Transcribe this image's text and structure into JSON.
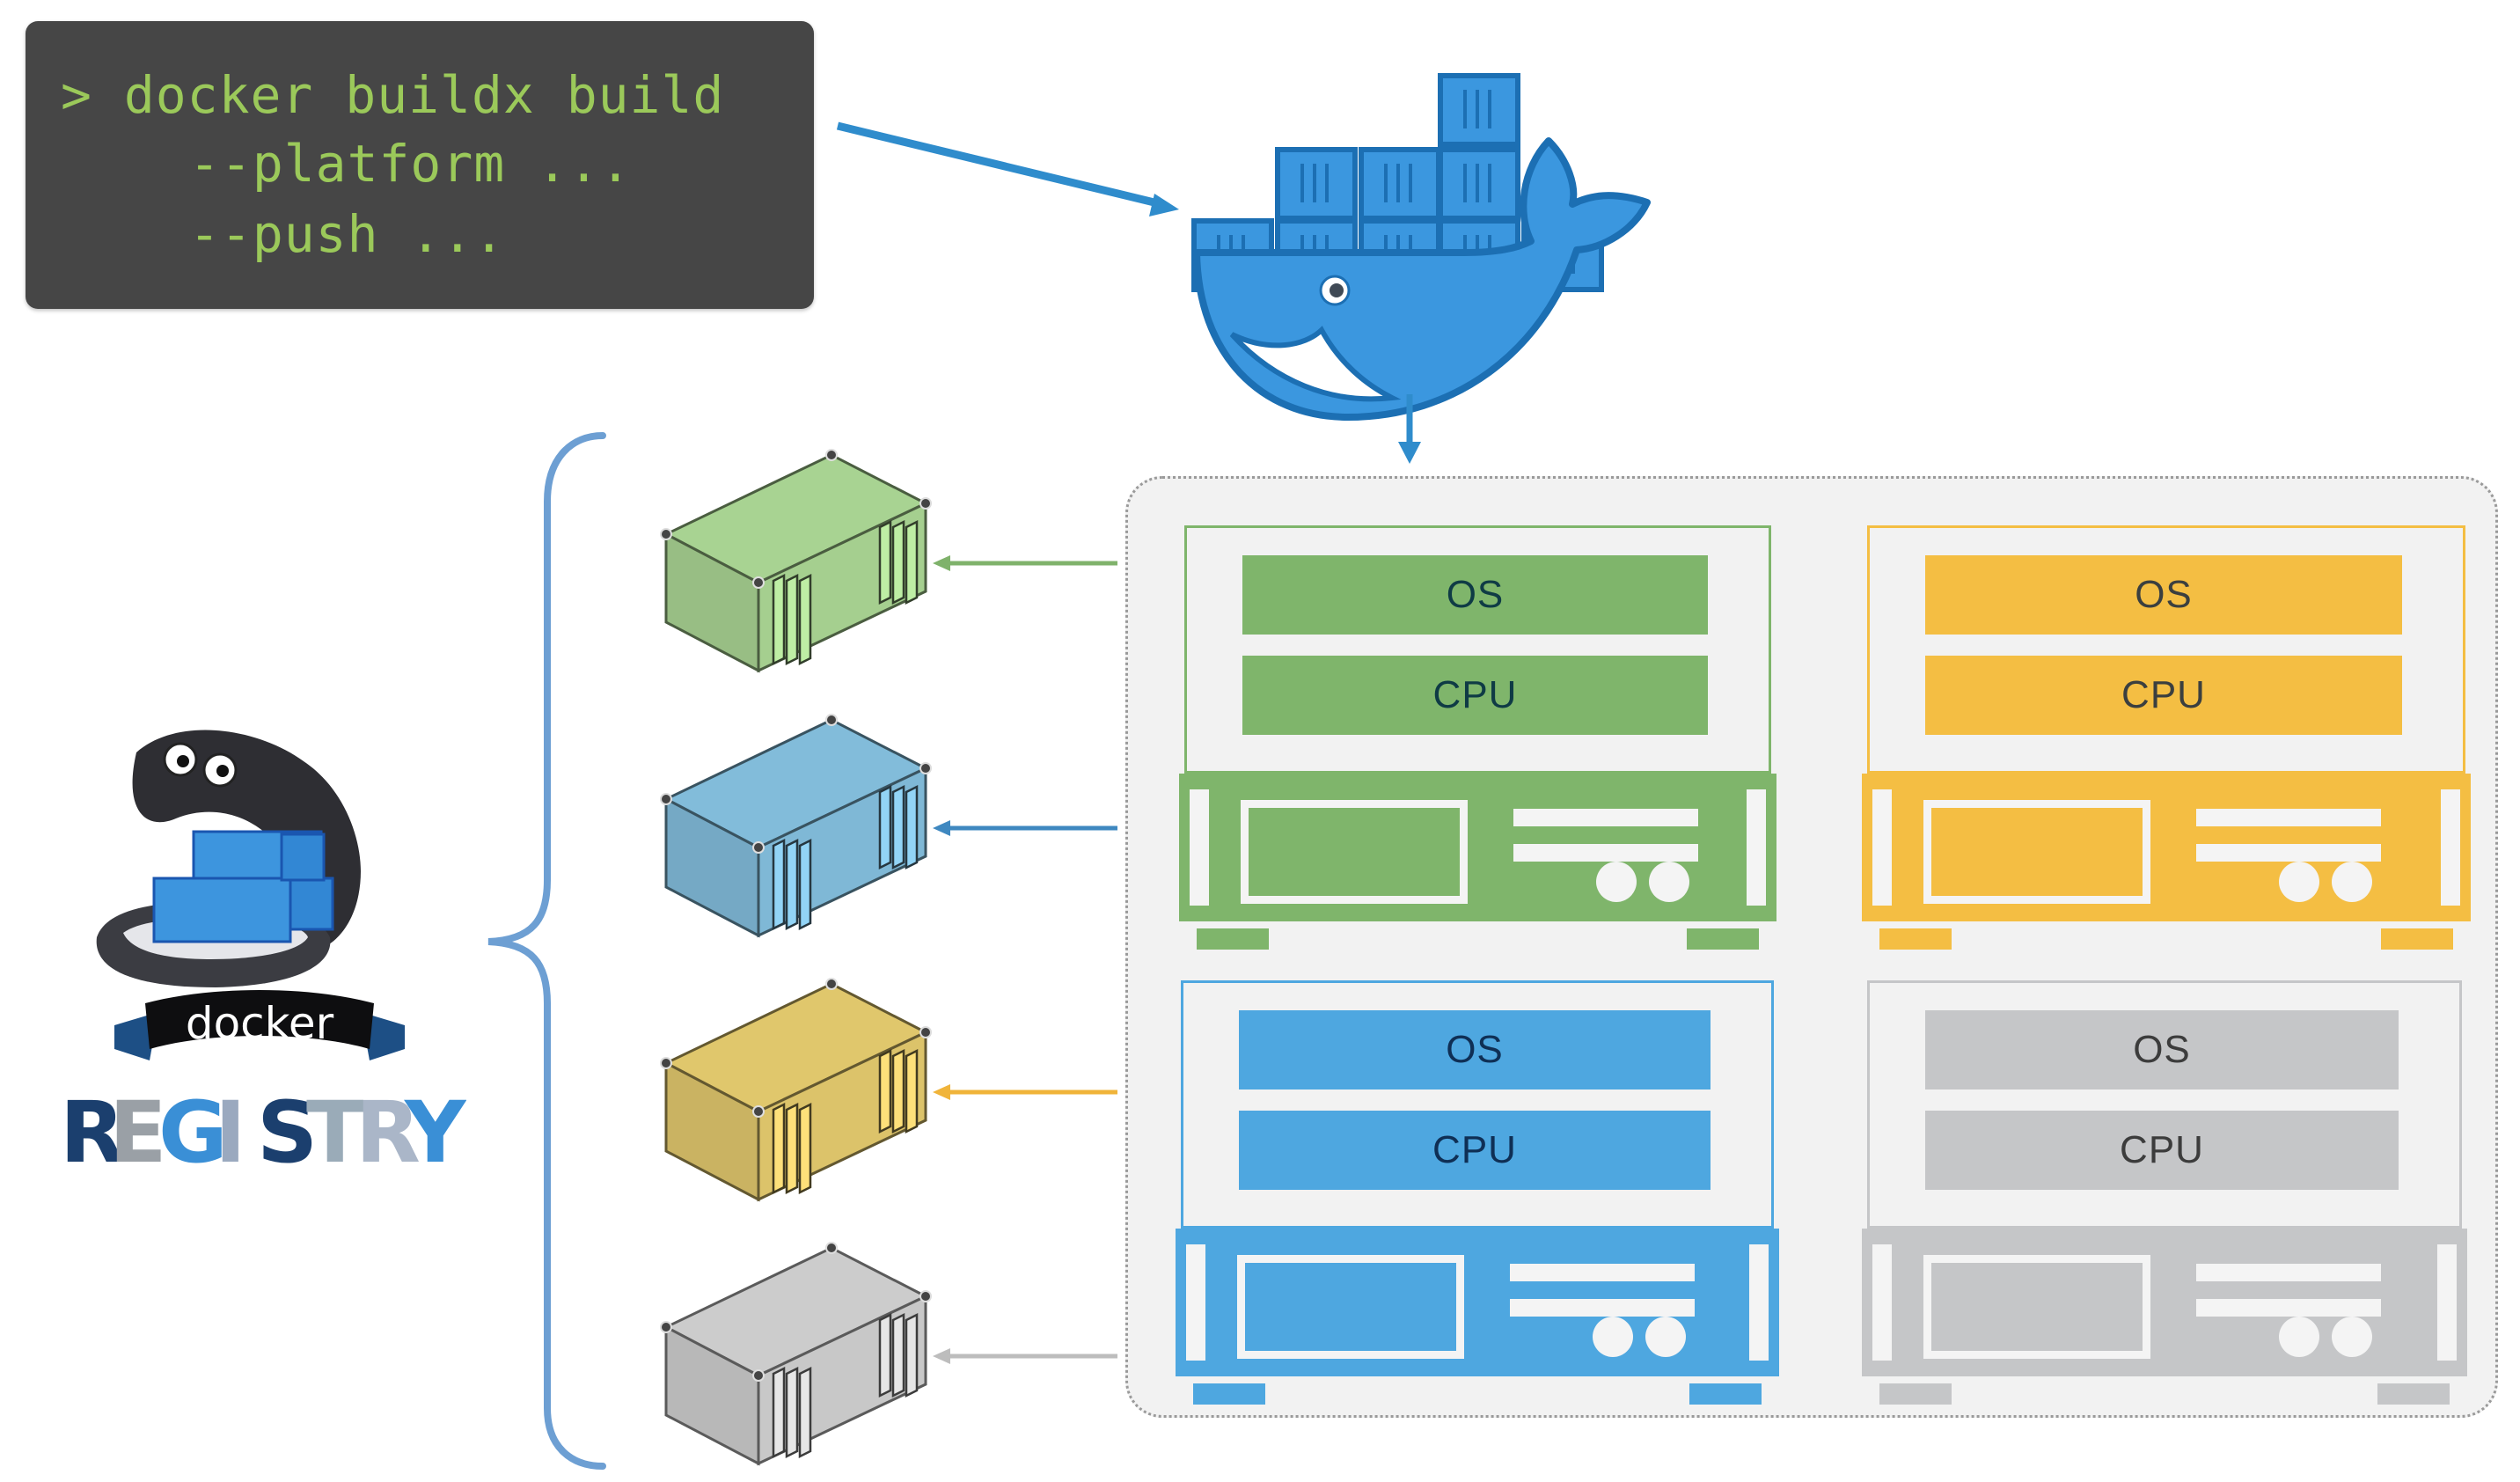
{
  "terminal": {
    "prompt": ">",
    "lines": [
      "> docker buildx build",
      "--platform ...",
      "--push ..."
    ],
    "text_color": "#9bc95a",
    "background": "#464646"
  },
  "engine": {
    "icon": "docker-whale-icon",
    "color": "#2396ed"
  },
  "registry": {
    "banner_text": "docker",
    "title_letters": [
      "R",
      "E",
      "G",
      "I",
      "S",
      "T",
      "R",
      "Y"
    ],
    "title_colors": [
      "#1b3f6e",
      "#9aa0a6",
      "#3a8fd6",
      "#9aa9bf",
      "#1b3f6e",
      "#9aabb8",
      "#aab6c8",
      "#3a8fd6"
    ]
  },
  "containers": [
    {
      "name": "green-container",
      "color": "#a5cf8f",
      "arrow_color": "#7fb26b"
    },
    {
      "name": "blue-container",
      "color": "#7fb8d6",
      "arrow_color": "#3f88c0"
    },
    {
      "name": "yellow-container",
      "color": "#dcc36a",
      "arrow_color": "#f0b43a"
    },
    {
      "name": "gray-container",
      "color": "#c8c8c8",
      "arrow_color": "#bdbdbd"
    }
  ],
  "servers": [
    {
      "id": "green",
      "os_label": "OS",
      "cpu_label": "CPU",
      "color": "#7fb56b",
      "text_color": "#0f3b45"
    },
    {
      "id": "yellow",
      "os_label": "OS",
      "cpu_label": "CPU",
      "color": "#f4be43",
      "text_color": "#3b3f3f"
    },
    {
      "id": "blue",
      "os_label": "OS",
      "cpu_label": "CPU",
      "color": "#4ea7e0",
      "text_color": "#0f2f55"
    },
    {
      "id": "gray",
      "os_label": "OS",
      "cpu_label": "CPU",
      "color": "#c5c6c8",
      "text_color": "#3c3c3c"
    }
  ],
  "brace_color": "#6d9fd3"
}
